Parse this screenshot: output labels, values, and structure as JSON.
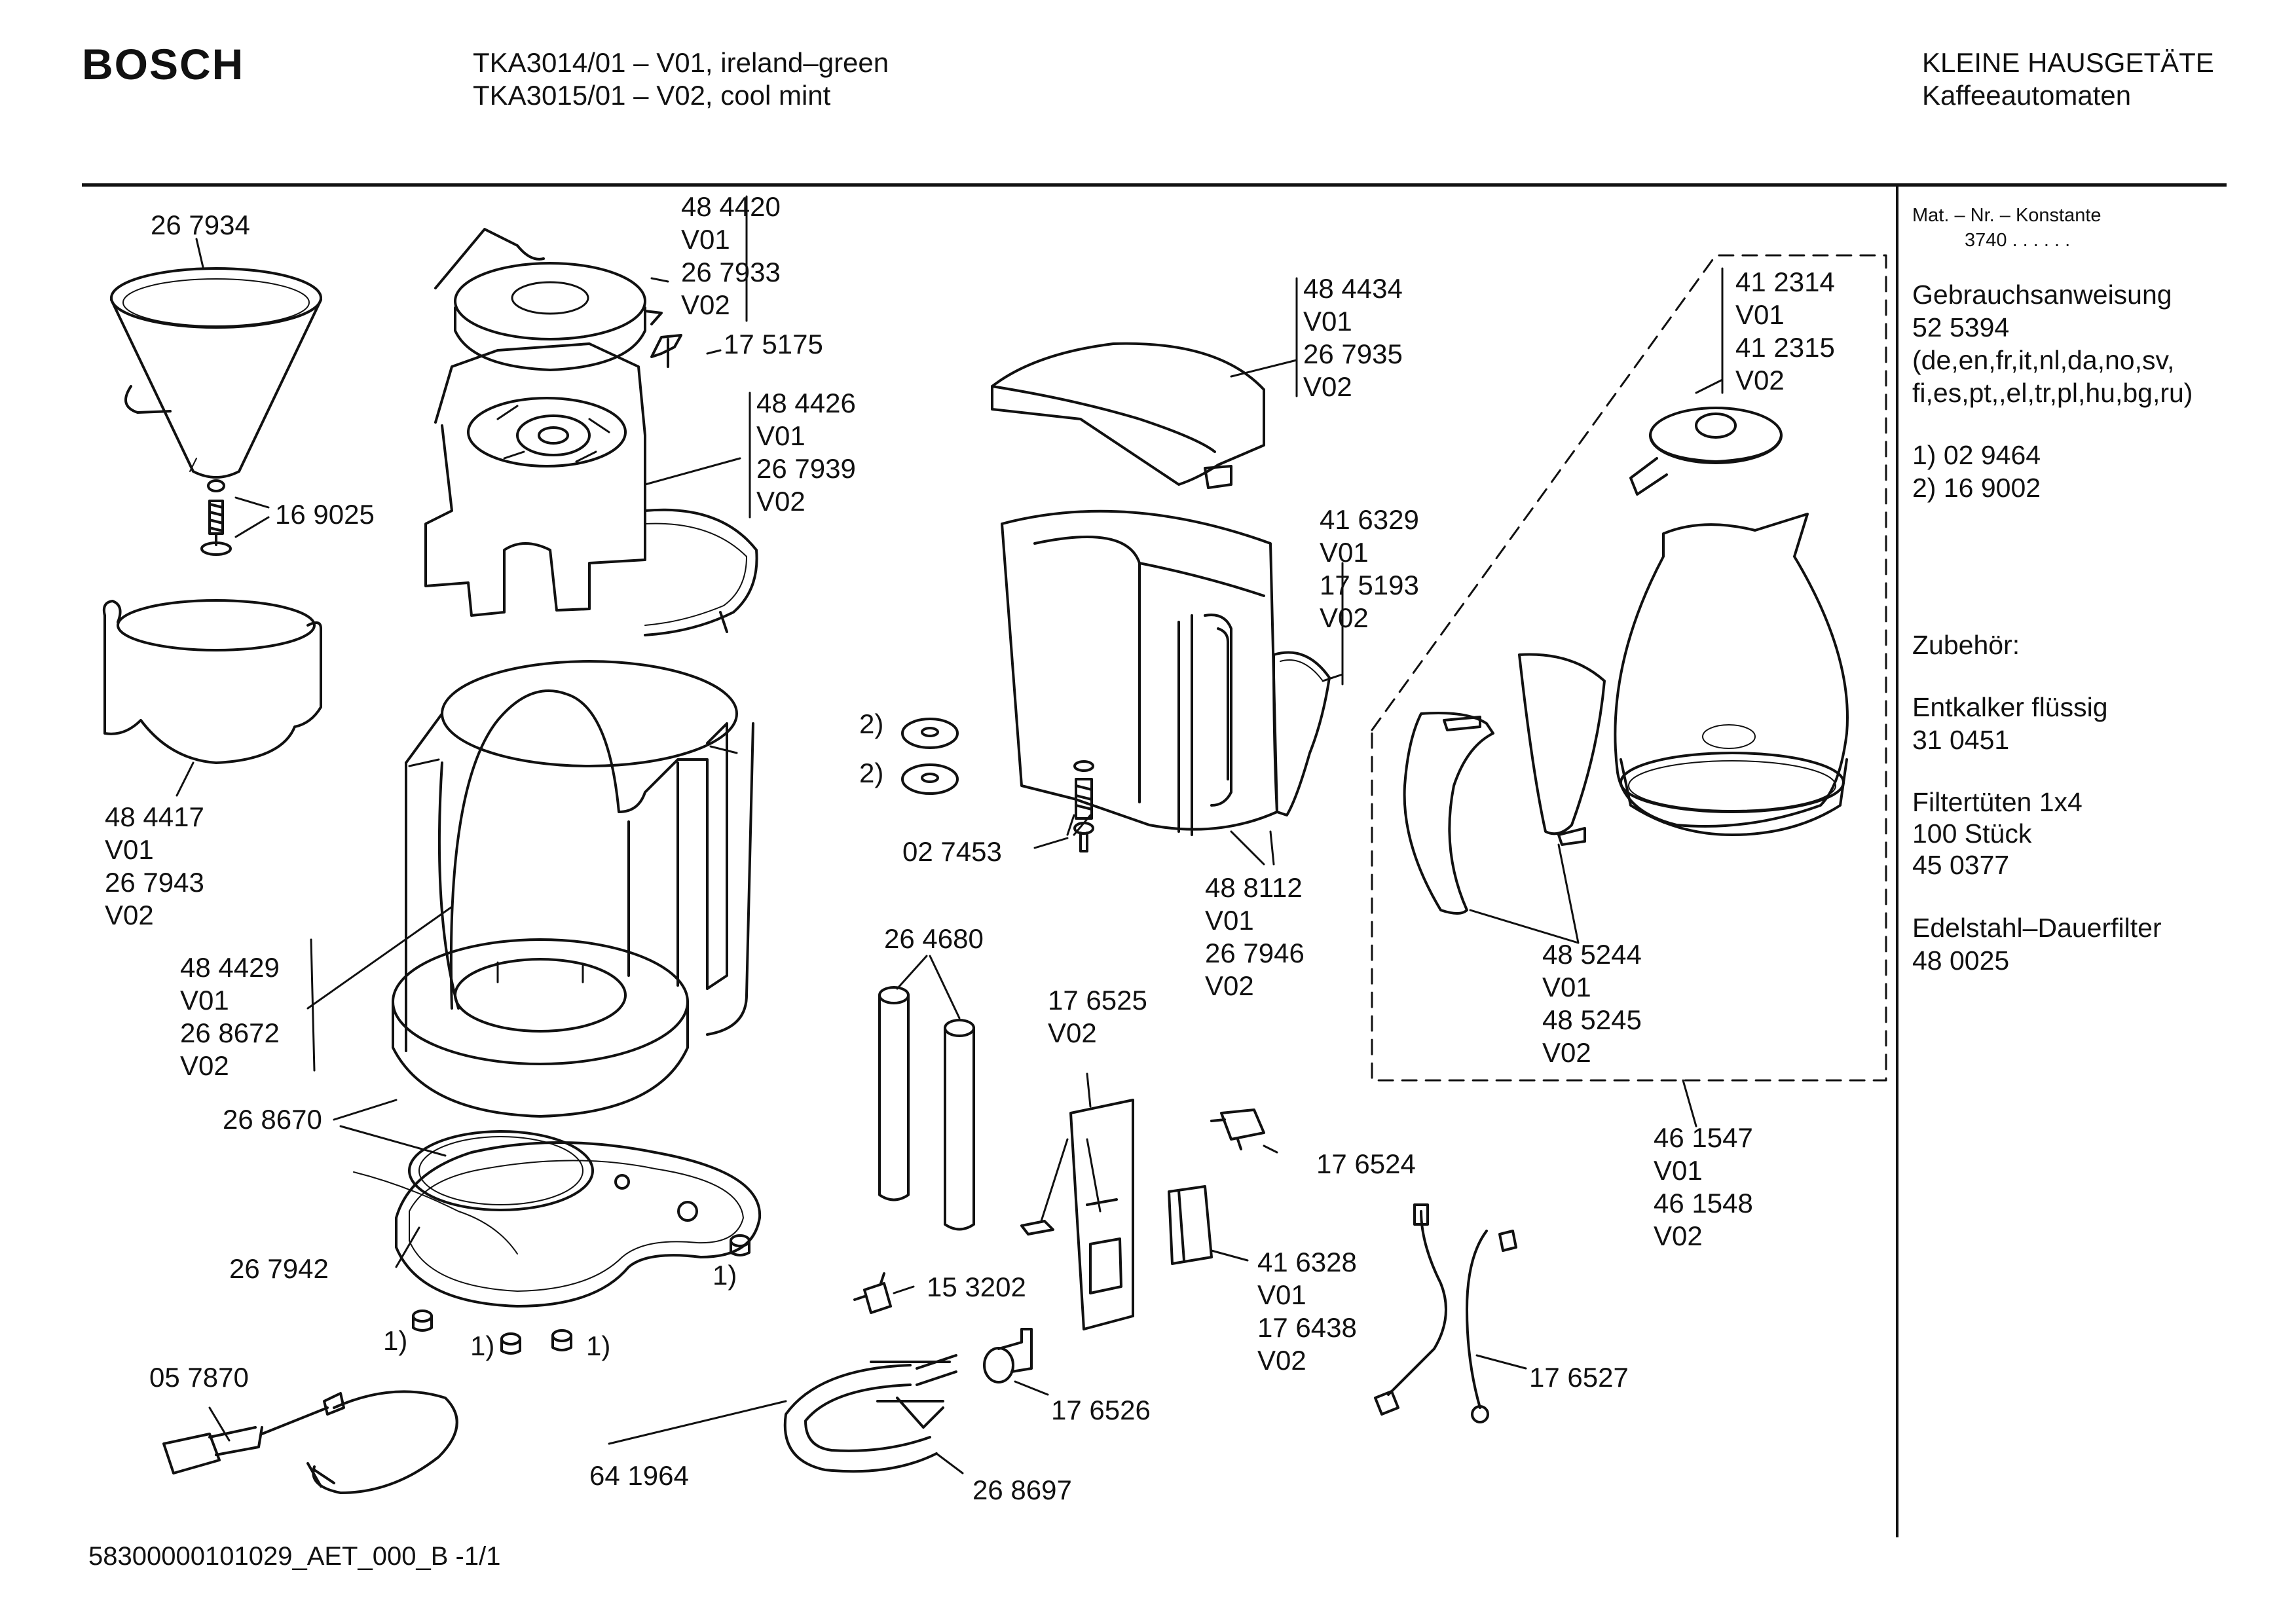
{
  "header": {
    "brand": "BOSCH",
    "model_line_1": "TKA3014/01 – V01, ireland–green",
    "model_line_2": "TKA3015/01 – V02, cool mint",
    "category_line_1": "KLEINE HAUSGETÄTE",
    "category_line_2": "Kaffeeautomaten"
  },
  "sidebar": {
    "mat_label": "Mat. – Nr. – Konstante",
    "mat_value": "3740  .  .  .  .  .  .",
    "manual_title": "Gebrauchsanweisung",
    "manual_number": "52 5394",
    "manual_languages_1": "(de,en,fr,it,nl,da,no,sv,",
    "manual_languages_2": "fi,es,pt,,el,tr,pl,hu,bg,ru)",
    "note_1": "1)  02 9464",
    "note_2": "2)  16 9002",
    "accessories_title": "Zubehör:",
    "acc_1_name": "Entkalker flüssig",
    "acc_1_number": "31 0451",
    "acc_2_name": "Filtertüten 1x4",
    "acc_2_qty": "100 Stück",
    "acc_2_number": "45 0377",
    "acc_3_name": "Edelstahl–Dauerfilter",
    "acc_3_number": "48 0025"
  },
  "parts": {
    "p267934": "26 7934",
    "p169025": "16 9025",
    "p484417": [
      "48 4417",
      "V01",
      "26 7943",
      "V02"
    ],
    "p484420": [
      "48 4420",
      "V01",
      "26 7933",
      "V02"
    ],
    "p175175": "17 5175",
    "p484426": [
      "48 4426",
      "V01",
      "26 7939",
      "V02"
    ],
    "p484429": [
      "48 4429",
      "V01",
      "26 8672",
      "V02"
    ],
    "p268670": "26 8670",
    "p267942": "26 7942",
    "note1": "1)",
    "note2": "2)",
    "p057870": "05 7870",
    "p641964": "64 1964",
    "p268697": "26 8697",
    "p153202": "15 3202",
    "p176526": "17 6526",
    "p264680": "26 4680",
    "p176525": [
      "17 6525",
      "V02"
    ],
    "p027453": "02 7453",
    "p484434": [
      "48 4434",
      "V01",
      "26 7935",
      "V02"
    ],
    "p416329": [
      "41 6329",
      "V01",
      "17 5193",
      "V02"
    ],
    "p488112": [
      "48 8112",
      "V01",
      "26 7946",
      "V02"
    ],
    "p176524": "17 6524",
    "p416328": [
      "41 6328",
      "V01",
      "17 6438",
      "V02"
    ],
    "p176527": "17 6527",
    "p412314": [
      "41 2314",
      "V01",
      "41 2315",
      "V02"
    ],
    "p485244": [
      "48 5244",
      "V01",
      "48 5245",
      "V02"
    ],
    "p461547": [
      "46 1547",
      "V01",
      "46 1548",
      "V02"
    ]
  },
  "footer": {
    "doc_id": "58300000101029_AET_000_B  -1/1"
  }
}
